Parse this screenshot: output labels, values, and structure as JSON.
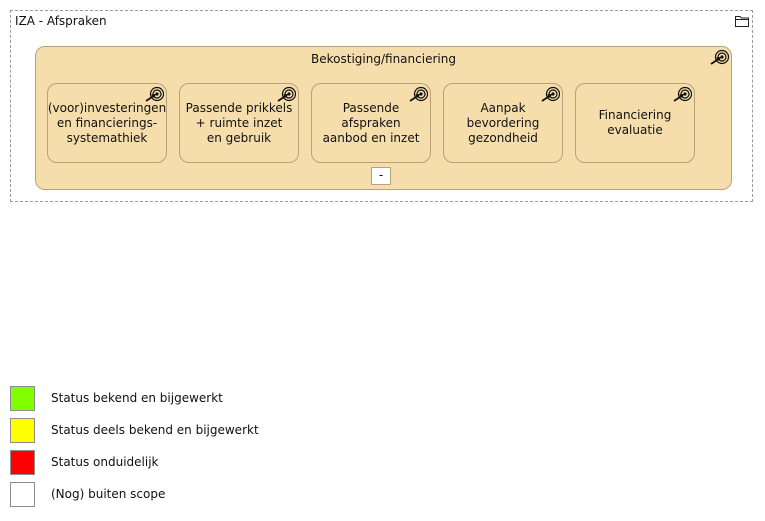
{
  "group": {
    "title": "IZA - Afspraken",
    "icon": "folder-icon"
  },
  "container": {
    "title": "Bekostiging/financiering",
    "icon": "goal-icon",
    "collapse_label": "-"
  },
  "cards": [
    {
      "text": "(voor)investeringen\nen financierings-\nsystemathiek"
    },
    {
      "text": "Passende prikkels\n+ ruimte inzet\nen gebruik"
    },
    {
      "text": "Passende\nafspraken\naanbod en inzet"
    },
    {
      "text": "Aanpak\nbevordering\ngezondheid"
    },
    {
      "text": "Financiering\nevaluatie"
    }
  ],
  "legend": [
    {
      "label": "Status bekend en bijgewerkt",
      "color": "#80ff00"
    },
    {
      "label": "Status deels bekend en bijgewerkt",
      "color": "#ffff00"
    },
    {
      "label": "Status onduidelijk",
      "color": "#ff0000"
    },
    {
      "label": "(Nog) buiten scope",
      "color": "#ffffff"
    }
  ]
}
